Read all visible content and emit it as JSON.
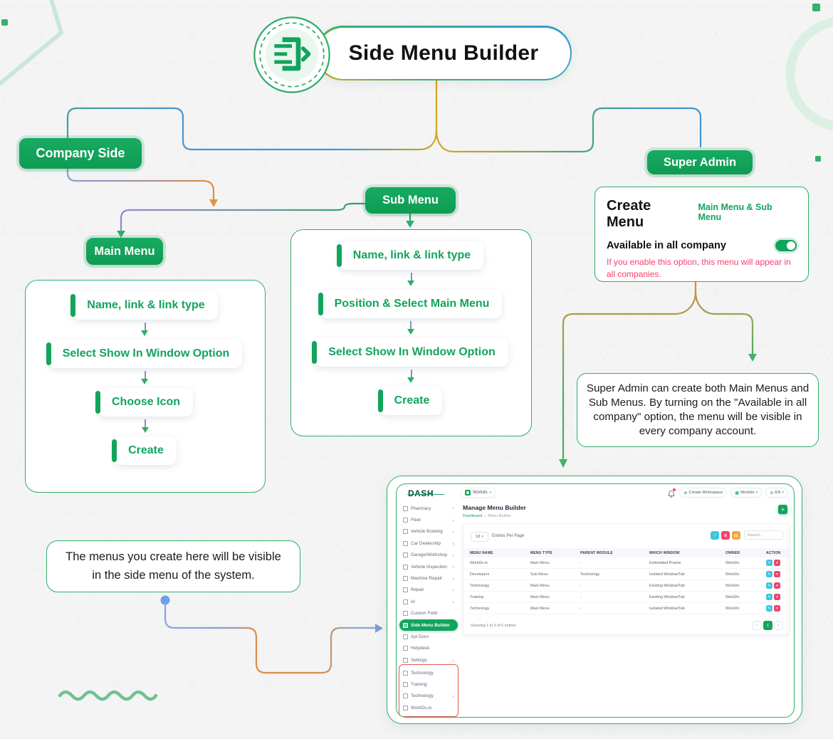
{
  "title": {
    "label": "Side Menu Builder"
  },
  "badges": {
    "company_side": "Company Side",
    "main_menu": "Main Menu",
    "sub_menu": "Sub Menu",
    "super_admin": "Super Admin"
  },
  "main_menu_flow": {
    "steps": [
      "Name, link & link type",
      "Select Show In Window Option",
      "Choose Icon",
      "Create"
    ]
  },
  "sub_menu_flow": {
    "steps": [
      "Name, link & link type",
      "Position & Select Main Menu",
      "Select Show In Window Option",
      "Create"
    ]
  },
  "create_menu_card": {
    "title": "Create Menu",
    "subtitle": "Main Menu & Sub Menu",
    "toggle_label": "Available in all company",
    "toggle_state": "on",
    "warning": "If you enable this option, this menu will appear in all companies."
  },
  "notes": {
    "super_admin_note": "Super Admin can create both Main Menus and Sub Menus. By turning on the \"Available in all company\" option, the menu will be visible in every company account.",
    "side_menu_note": "The menus you create here will be visible in the side menu of the system."
  },
  "dashboard": {
    "logo": "DASH",
    "topbar": {
      "workspace_chip": "Workdo",
      "create_workspace": "Create Workspace",
      "workspace_menu": "Workdo",
      "language": "EN"
    },
    "page_title": "Manage Menu Builder",
    "breadcrumb": {
      "home": "Dashboard",
      "current": "Menu Builder"
    },
    "sidebar_items": [
      {
        "label": "Pharmacy",
        "chevron": true
      },
      {
        "label": "Fleet",
        "chevron": true
      },
      {
        "label": "Vehicle Booking",
        "chevron": true
      },
      {
        "label": "Car Dealership",
        "chevron": true
      },
      {
        "label": "Garage/Workshop",
        "chevron": true
      },
      {
        "label": "Vehicle Inspection",
        "chevron": true
      },
      {
        "label": "Machine Repair",
        "chevron": true
      },
      {
        "label": "Repair",
        "chevron": true
      },
      {
        "label": "AI",
        "chevron": true
      },
      {
        "label": "Custom Field",
        "chevron": false
      },
      {
        "label": "Side Menu Builder",
        "chevron": false,
        "active": true
      },
      {
        "label": "Api Docs",
        "chevron": false
      },
      {
        "label": "Helpdesk",
        "chevron": false
      },
      {
        "label": "Settings",
        "chevron": true
      }
    ],
    "sidebar_custom_items": [
      {
        "label": "Technology",
        "chevron": false
      },
      {
        "label": "Training",
        "chevron": false
      },
      {
        "label": "Technology",
        "chevron": true
      },
      {
        "label": "WorkDo.io",
        "chevron": false
      }
    ],
    "table": {
      "entries_value": "10",
      "entries_label": "Entries Per Page",
      "search_placeholder": "Search...",
      "headers": [
        "MENU NAME",
        "MENU TYPE",
        "PARENT MODULE",
        "WHICH WINDOW",
        "OWNER",
        "ACTION"
      ],
      "rows": [
        {
          "name": "WorkDo.io",
          "type": "Main Menu",
          "parent": "-",
          "window": "Embedded IFrame",
          "owner": "WorkDo"
        },
        {
          "name": "Developers",
          "type": "Sub Menu",
          "parent": "Technology",
          "window": "Isolated Window/Tab",
          "owner": "WorkDo"
        },
        {
          "name": "Technology",
          "type": "Main Menu",
          "parent": "-",
          "window": "Existing Window/Tab",
          "owner": "WorkDo"
        },
        {
          "name": "Training",
          "type": "Main Menu",
          "parent": "-",
          "window": "Existing Window/Tab",
          "owner": "WorkDo"
        },
        {
          "name": "Technology",
          "type": "Main Menu",
          "parent": "-",
          "window": "Isolated Window/Tab",
          "owner": "WorkDo"
        }
      ],
      "footer": "Showing 1 to 5 of 5 entries",
      "pagination_page": "1"
    }
  },
  "colors": {
    "accent_green": "#12a45c",
    "border_green": "#2eae69",
    "warning_pink": "#f43f6e",
    "teal_button": "#41c5dd",
    "pink_button": "#f1426d",
    "orange_button": "#f6a43b",
    "red_outline": "#e8574d",
    "connector_blue": "#7d9bd4",
    "connector_orange": "#e0923c",
    "connector_yellow": "#d8a41e"
  }
}
